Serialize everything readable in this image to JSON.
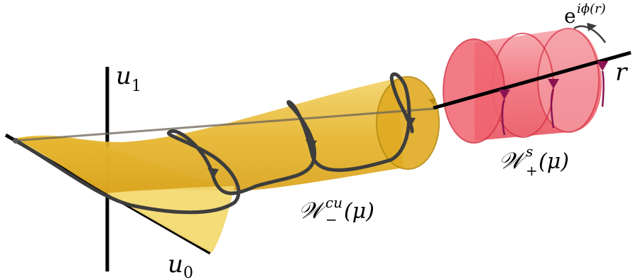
{
  "labels": {
    "u1_main": "u",
    "u1_sub": "1",
    "u0_main": "u",
    "u0_sub": "0",
    "r": "r",
    "cu_main": "𝒲",
    "cu_sup": "cu",
    "cu_sub": "−",
    "cu_arg": "(μ)",
    "s_main": "𝒲",
    "s_sup": "s",
    "s_sub": "+",
    "s_arg": "(μ)",
    "phase_base": "e",
    "phase_exp": "iϕ(r)"
  },
  "colors": {
    "gold_fill": "#e8b931",
    "gold_light": "#f4d974",
    "gold_edge": "#b88c12",
    "red_fill": "#f0626e",
    "red_light": "#f79aa1",
    "red_edge": "#d63345",
    "helix": "#3d3d3d",
    "purple": "#8a1450",
    "axis": "#000000"
  }
}
